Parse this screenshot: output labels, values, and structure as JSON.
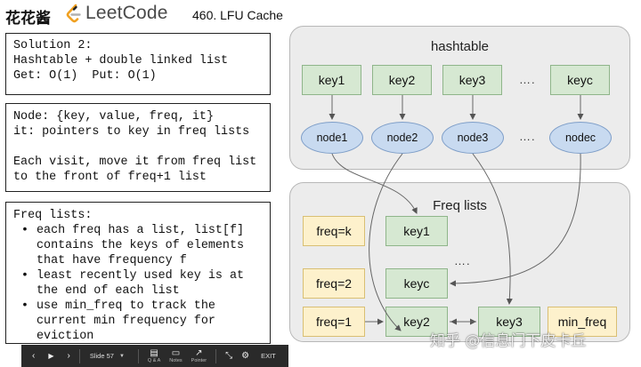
{
  "header": {
    "brand": "花花酱",
    "logo_text": "LeetCode",
    "title": "460. LFU Cache"
  },
  "box1": {
    "lines": [
      "Solution 2:",
      "Hashtable + double linked list",
      "Get: O(1)  Put: O(1)"
    ]
  },
  "box2": {
    "lines": [
      "Node: {key, value, freq, it}",
      "it: pointers to key in freq lists",
      "",
      "Each visit, move it from freq list",
      "to the front of freq+1 list"
    ]
  },
  "box3": {
    "heading": "Freq lists:",
    "bullets": [
      [
        "each freq has a list, list[f]",
        "contains the keys of elements",
        "that have frequency f"
      ],
      [
        "least recently used key is at",
        "the end of each list"
      ],
      [
        "use min_freq to track the",
        "current min frequency for",
        "eviction"
      ]
    ]
  },
  "hashtable": {
    "title": "hashtable",
    "keys": [
      "key1",
      "key2",
      "key3",
      "keyc"
    ],
    "key_ellipsis": "….",
    "nodes": [
      "node1",
      "node2",
      "node3",
      "nodec"
    ],
    "node_ellipsis": "….",
    "colors": {
      "key_fill": "#d6e8d2",
      "node_fill": "#c8daf0",
      "panel_fill": "#ececec"
    }
  },
  "freq_lists": {
    "title": "Freq lists",
    "freq_labels": [
      "freq=k",
      "freq=2",
      "freq=1"
    ],
    "list_keys": [
      "key1",
      "keyc",
      "key2",
      "key3"
    ],
    "ellipsis": "….",
    "min_freq_label": "min_freq",
    "colors": {
      "freq_fill": "#fdf1cc",
      "key_fill": "#d6e8d2"
    }
  },
  "toolbar": {
    "prev_icon": "‹",
    "play_icon": "▶",
    "next_icon": "›",
    "slide_label": "Slide 57",
    "qa_label": "Q & A",
    "notes_label": "Notes",
    "pointer_label": "Pointer",
    "exit_label": "EXIT"
  },
  "watermark": "知乎 @信息门下皮卡丘"
}
